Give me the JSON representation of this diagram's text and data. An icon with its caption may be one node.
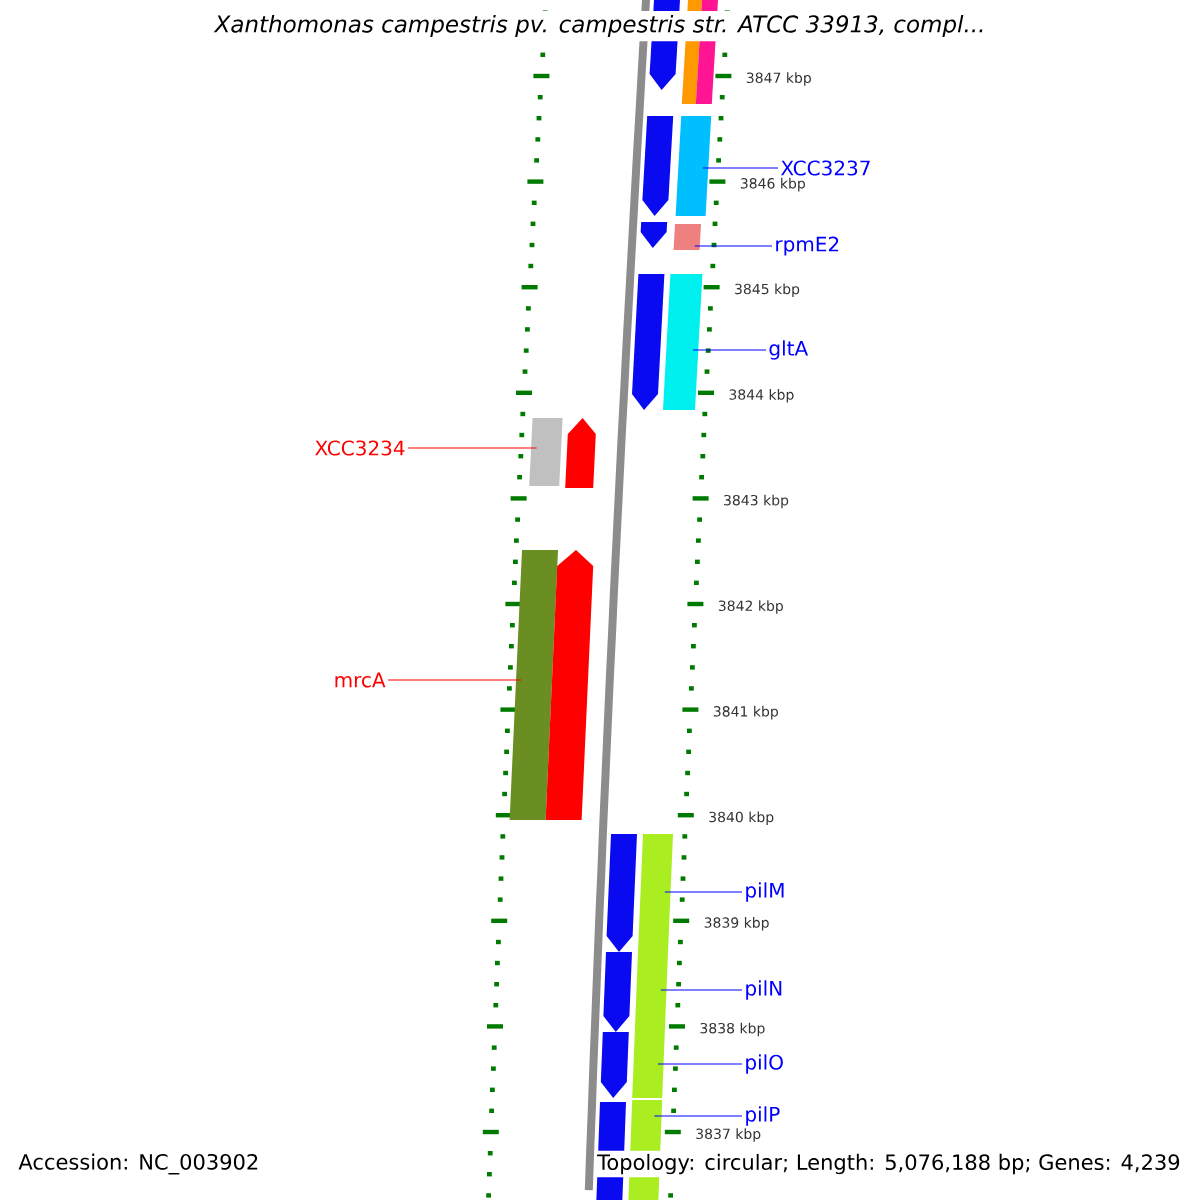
{
  "diagram": {
    "title": "Xanthomonas campestris pv. campestris str. ATCC 33913, compl...",
    "nodes": [
      {
        "text": [
          "XCC3237"
        ]
      },
      {
        "text": [],
        "shape": "bar"
      },
      {
        "text": [
          "rpmE2"
        ]
      },
      {
        "text": [],
        "shape": "bar"
      },
      {
        "text": [
          "gltA"
        ]
      },
      {
        "text": [],
        "shape": "bar"
      },
      {
        "text": [
          "XCC3234"
        ]
      },
      {
        "text": [],
        "shape": "bar"
      },
      {
        "text": [
          "mrcA"
        ]
      },
      {
        "text": [],
        "shape": "bar"
      },
      {
        "text": [
          "pilM"
        ]
      },
      {
        "text": [],
        "shape": "bar"
      },
      {
        "text": [
          "pilN"
        ]
      },
      {
        "text": [],
        "shape": "bar"
      },
      {
        "text": [
          "pilO"
        ]
      },
      {
        "text": [],
        "shape": "bar"
      },
      {
        "text": [
          "pilP"
        ]
      },
      {
        "text": [],
        "shape": "bar"
      },
      {
        "text": [],
        "shape": "bar"
      }
    ],
    "edges": [
      {
        "from": 0,
        "to": 1,
        "arrow": "none"
      },
      {
        "from": 2,
        "to": 3,
        "arrow": "none"
      },
      {
        "from": 4,
        "to": 5,
        "arrow": "none"
      },
      {
        "from": 6,
        "to": 7,
        "arrow": "none",
        "color": "#ff0000"
      },
      {
        "from": 8,
        "to": 9,
        "arrow": "none",
        "color": "#ff0000"
      },
      {
        "from": 10,
        "to": 11,
        "arrow": "none"
      },
      {
        "from": 12,
        "to": 13,
        "arrow": "none"
      },
      {
        "from": 14,
        "to": 15,
        "arrow": "none"
      },
      {
        "from": 16,
        "to": 17,
        "arrow": "none"
      }
    ],
    "labels": [
      "3847 kbp",
      "3846 kbp",
      "3845 kbp",
      "3844 kbp",
      "3843 kbp",
      "3842 kbp",
      "3841 kbp",
      "3840 kbp",
      "3839 kbp",
      "3838 kbp",
      "3837 kbp",
      "Accession: NC_003902",
      "Topology: circular; Length: 5,076,188 bp; Genes: 4,239"
    ]
  }
}
